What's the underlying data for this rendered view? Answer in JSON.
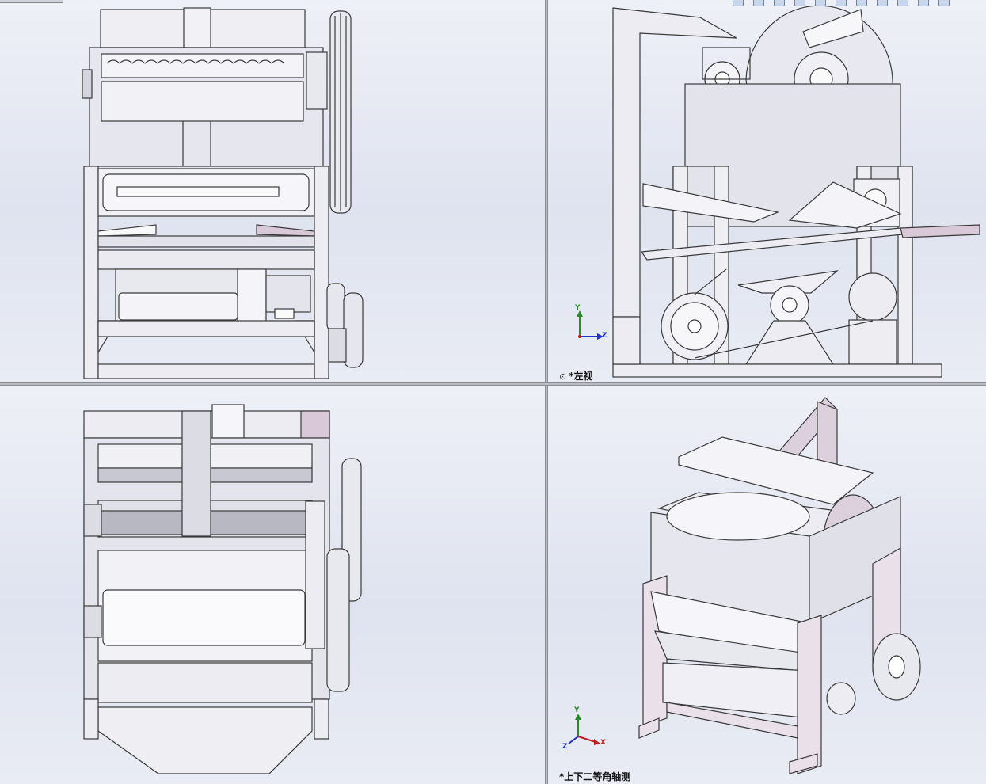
{
  "views": {
    "top_left": {
      "label": ""
    },
    "top_right": {
      "label": "*左视",
      "link_icon": "link-icon"
    },
    "bottom_left": {
      "label": ""
    },
    "bottom_right": {
      "label": "*上下二等角轴测"
    }
  },
  "triads": {
    "left_view": {
      "y": "Y",
      "z": "Z"
    },
    "iso_view": {
      "y": "Y",
      "x": "X",
      "z": "Z"
    }
  },
  "colors": {
    "viewport_bg_top": "#eef0f7",
    "viewport_bg_bottom": "#dfe3ef",
    "part_fill": "#ededf2",
    "edge": "#3a3a3a",
    "accent_purple": "#d8c8d8",
    "axis_y": "#2a8a2a",
    "axis_x": "#c02020",
    "axis_z": "#2030c0"
  }
}
